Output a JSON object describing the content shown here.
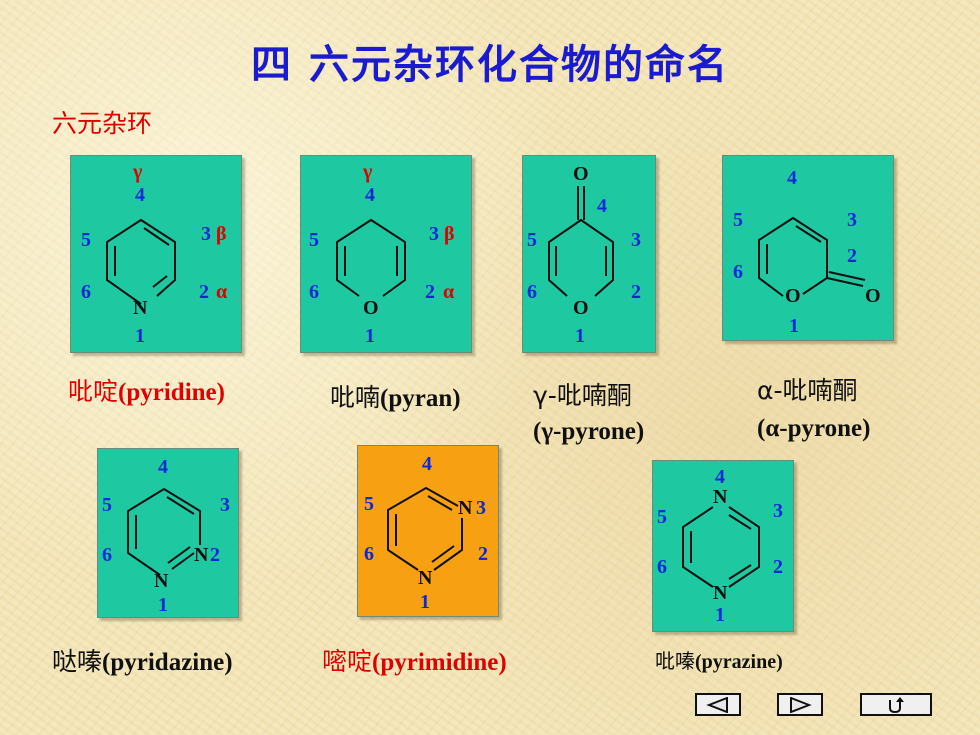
{
  "title": "四  六元杂环化合物的命名",
  "subtitle": "六元杂环",
  "colors": {
    "title": "#1a1ad0",
    "subtitle": "#e00000",
    "card_green": "#1ec8a0",
    "card_orange": "#f6a012",
    "numbers": "#0a2ad8",
    "greek": "#e00000"
  },
  "atoms": {
    "N": "N",
    "O": "O"
  },
  "greek": {
    "alpha": "α",
    "beta": "β",
    "gamma": "γ"
  },
  "numbers": {
    "n1": "1",
    "n2": "2",
    "n3": "3",
    "n4": "4",
    "n5": "5",
    "n6": "6"
  },
  "captions": {
    "pyridine_cn": "吡啶",
    "pyridine_en": "(pyridine)",
    "pyran_cn": "吡喃",
    "pyran_en": "(pyran)",
    "gpyrone_cn1": "γ-吡喃酮",
    "gpyrone_en": "(γ-pyrone)",
    "apyrone_cn": "α-吡喃酮",
    "apyrone_en": "(α-pyrone)",
    "pyridazine_cn": "哒嗪",
    "pyridazine_en": "(pyridazine)",
    "pyrimidine_cn": "嘧啶",
    "pyrimidine_en": "(pyrimidine)",
    "pyrazine_cn": "吡嗪",
    "pyrazine_en": "(pyrazine)"
  },
  "nav": {
    "prev": "prev-arrow-icon",
    "next": "next-arrow-icon",
    "return": "return-icon"
  }
}
